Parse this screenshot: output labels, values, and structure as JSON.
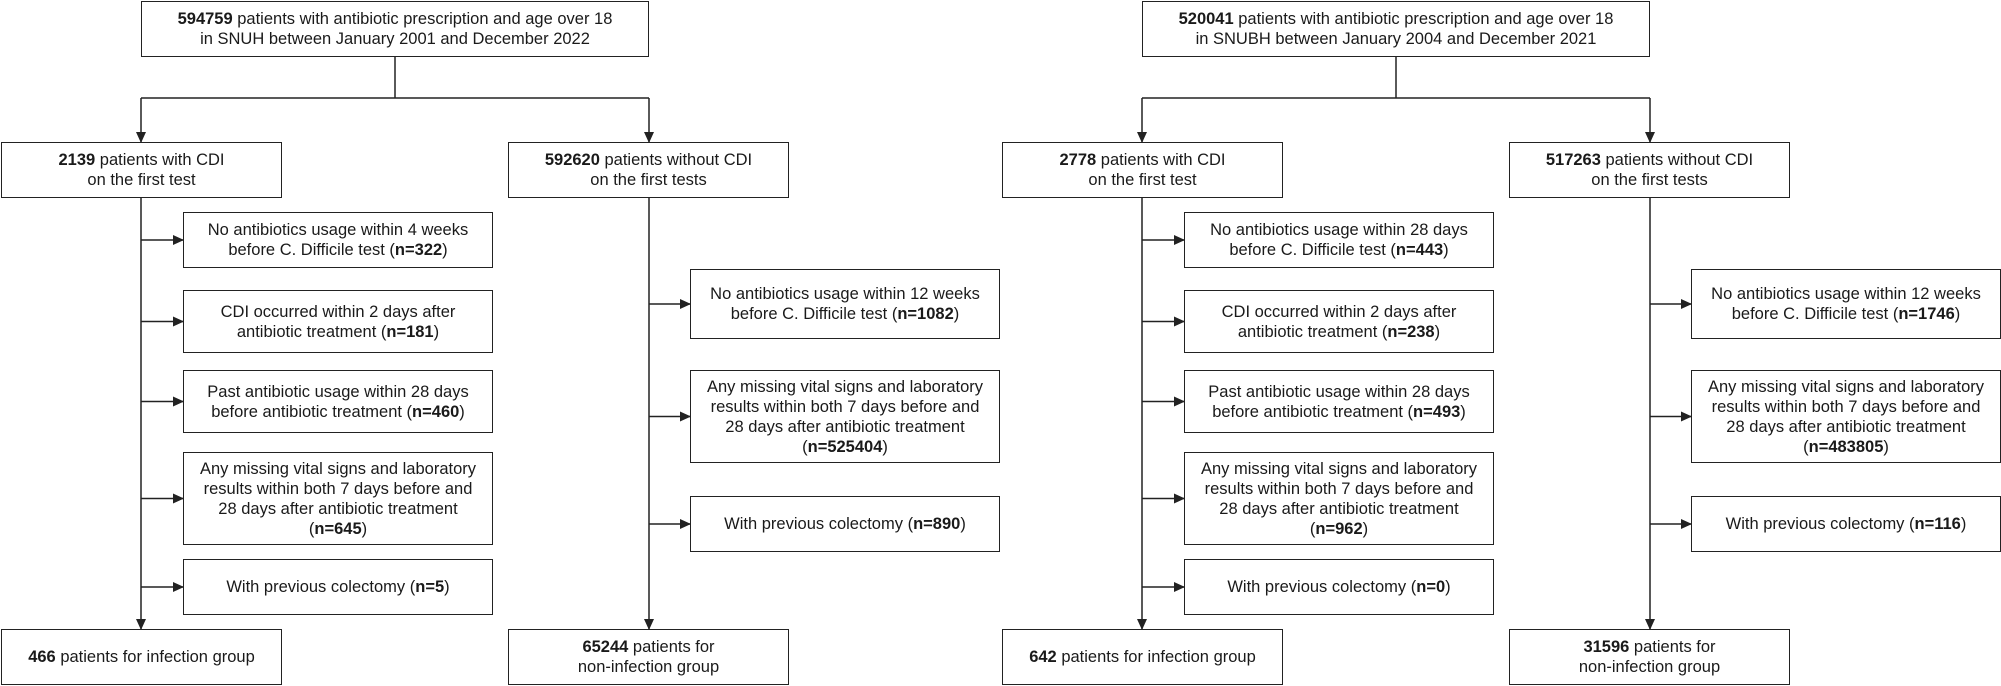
{
  "colors": {
    "line": "#222222",
    "text": "#1a1a1a",
    "background": "#ffffff"
  },
  "panels": [
    {
      "top": {
        "lines": [
          [
            {
              "b": "594759"
            },
            {
              "t": " patients with antibiotic prescription and age over 18"
            }
          ],
          [
            {
              "t": "in SNUH between January 2001 and December 2022"
            }
          ]
        ]
      },
      "left": {
        "head": {
          "lines": [
            [
              {
                "b": "2139"
              },
              {
                "t": " patients with CDI"
              }
            ],
            [
              {
                "t": "on the first test"
              }
            ]
          ]
        },
        "exclusions": [
          {
            "lines": [
              [
                {
                  "t": "No antibiotics usage within 4 weeks"
                }
              ],
              [
                {
                  "t": "before C. Difficile test ("
                },
                {
                  "b": "n=322"
                },
                {
                  "t": ")"
                }
              ]
            ]
          },
          {
            "lines": [
              [
                {
                  "t": "CDI occurred within 2 days after"
                }
              ],
              [
                {
                  "t": "antibiotic treatment ("
                },
                {
                  "b": "n=181"
                },
                {
                  "t": ")"
                }
              ]
            ]
          },
          {
            "lines": [
              [
                {
                  "t": "Past antibiotic usage within 28 days"
                }
              ],
              [
                {
                  "t": "before antibiotic treatment ("
                },
                {
                  "b": "n=460"
                },
                {
                  "t": ")"
                }
              ]
            ]
          },
          {
            "lines": [
              [
                {
                  "t": "Any missing vital signs and laboratory"
                }
              ],
              [
                {
                  "t": "results within both 7 days before and"
                }
              ],
              [
                {
                  "t": "28 days after antibiotic treatment"
                }
              ],
              [
                {
                  "t": "("
                },
                {
                  "b": "n=645"
                },
                {
                  "t": ")"
                }
              ]
            ]
          },
          {
            "lines": [
              [
                {
                  "t": "With previous colectomy ("
                },
                {
                  "b": "n=5"
                },
                {
                  "t": ")"
                }
              ]
            ]
          }
        ],
        "final": {
          "lines": [
            [
              {
                "b": "466"
              },
              {
                "t": " patients for infection group"
              }
            ]
          ]
        }
      },
      "right": {
        "head": {
          "lines": [
            [
              {
                "b": "592620"
              },
              {
                "t": " patients without CDI"
              }
            ],
            [
              {
                "t": "on the first tests"
              }
            ]
          ]
        },
        "exclusions": [
          {
            "lines": [
              [
                {
                  "t": "No antibiotics usage within 12 weeks"
                }
              ],
              [
                {
                  "t": "before C. Difficile test ("
                },
                {
                  "b": "n=1082"
                },
                {
                  "t": ")"
                }
              ]
            ]
          },
          {
            "lines": [
              [
                {
                  "t": "Any missing vital signs and laboratory"
                }
              ],
              [
                {
                  "t": "results within both 7 days before and"
                }
              ],
              [
                {
                  "t": "28 days after antibiotic treatment"
                }
              ],
              [
                {
                  "t": "("
                },
                {
                  "b": "n=525404"
                },
                {
                  "t": ")"
                }
              ]
            ]
          },
          {
            "lines": [
              [
                {
                  "t": "With previous colectomy ("
                },
                {
                  "b": "n=890"
                },
                {
                  "t": ")"
                }
              ]
            ]
          }
        ],
        "final": {
          "lines": [
            [
              {
                "b": "65244"
              },
              {
                "t": " patients for"
              }
            ],
            [
              {
                "t": "non-infection group"
              }
            ]
          ]
        }
      }
    },
    {
      "top": {
        "lines": [
          [
            {
              "b": "520041"
            },
            {
              "t": " patients with antibiotic prescription and age over 18"
            }
          ],
          [
            {
              "t": "in SNUBH between January 2004 and December 2021"
            }
          ]
        ]
      },
      "left": {
        "head": {
          "lines": [
            [
              {
                "b": "2778"
              },
              {
                "t": " patients with CDI"
              }
            ],
            [
              {
                "t": "on the first test"
              }
            ]
          ]
        },
        "exclusions": [
          {
            "lines": [
              [
                {
                  "t": "No antibiotics usage within 28 days"
                }
              ],
              [
                {
                  "t": "before C. Difficile test ("
                },
                {
                  "b": "n=443"
                },
                {
                  "t": ")"
                }
              ]
            ]
          },
          {
            "lines": [
              [
                {
                  "t": "CDI occurred within 2 days after"
                }
              ],
              [
                {
                  "t": "antibiotic treatment ("
                },
                {
                  "b": "n=238"
                },
                {
                  "t": ")"
                }
              ]
            ]
          },
          {
            "lines": [
              [
                {
                  "t": "Past antibiotic usage within 28 days"
                }
              ],
              [
                {
                  "t": "before antibiotic treatment ("
                },
                {
                  "b": "n=493"
                },
                {
                  "t": ")"
                }
              ]
            ]
          },
          {
            "lines": [
              [
                {
                  "t": "Any missing vital signs and laboratory"
                }
              ],
              [
                {
                  "t": "results within both 7 days before and"
                }
              ],
              [
                {
                  "t": "28 days after antibiotic treatment"
                }
              ],
              [
                {
                  "t": "("
                },
                {
                  "b": "n=962"
                },
                {
                  "t": ")"
                }
              ]
            ]
          },
          {
            "lines": [
              [
                {
                  "t": "With previous colectomy ("
                },
                {
                  "b": "n=0"
                },
                {
                  "t": ")"
                }
              ]
            ]
          }
        ],
        "final": {
          "lines": [
            [
              {
                "b": "642"
              },
              {
                "t": " patients for infection group"
              }
            ]
          ]
        }
      },
      "right": {
        "head": {
          "lines": [
            [
              {
                "b": "517263"
              },
              {
                "t": " patients without CDI"
              }
            ],
            [
              {
                "t": "on the first tests"
              }
            ]
          ]
        },
        "exclusions": [
          {
            "lines": [
              [
                {
                  "t": "No antibiotics usage within 12 weeks"
                }
              ],
              [
                {
                  "t": "before C. Difficile test ("
                },
                {
                  "b": "n=1746"
                },
                {
                  "t": ")"
                }
              ]
            ]
          },
          {
            "lines": [
              [
                {
                  "t": "Any missing vital signs and laboratory"
                }
              ],
              [
                {
                  "t": "results within both 7 days before and"
                }
              ],
              [
                {
                  "t": "28 days after antibiotic treatment"
                }
              ],
              [
                {
                  "t": "("
                },
                {
                  "b": "n=483805"
                },
                {
                  "t": ")"
                }
              ]
            ]
          },
          {
            "lines": [
              [
                {
                  "t": "With previous colectomy ("
                },
                {
                  "b": "n=116"
                },
                {
                  "t": ")"
                }
              ]
            ]
          }
        ],
        "final": {
          "lines": [
            [
              {
                "b": "31596"
              },
              {
                "t": " patients for"
              }
            ],
            [
              {
                "t": "non-infection group"
              }
            ]
          ]
        }
      }
    }
  ]
}
